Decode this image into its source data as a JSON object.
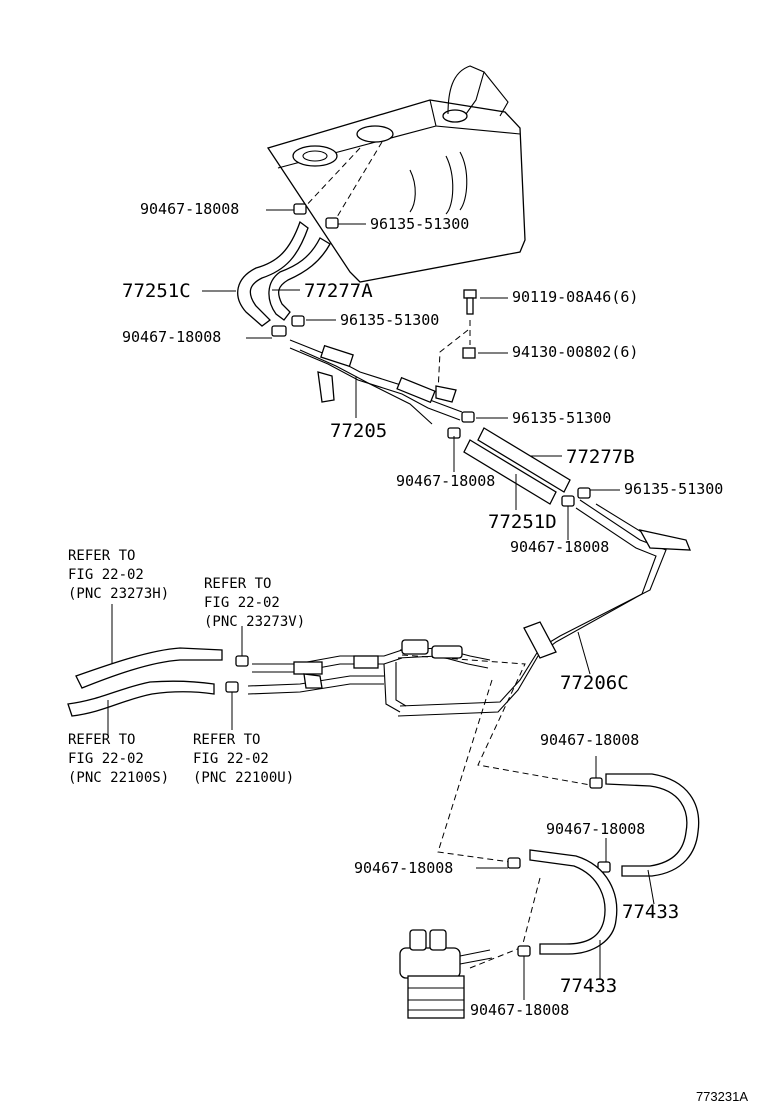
{
  "colors": {
    "line": "#000000",
    "background": "#ffffff"
  },
  "callouts": {
    "hose_clamp_top": "90467-18008",
    "clip_top": "96135-51300",
    "hose_77251c": "77251C",
    "hose_77277a": "77277A",
    "hose_clamp_mid": "90467-18008",
    "clip_mid": "96135-51300",
    "bolt": "90119-08A46(6)",
    "nut": "94130-00802(6)",
    "tube_77205": "77205",
    "clip_right_1": "96135-51300",
    "hose_77277b": "77277B",
    "hose_clamp_right_1": "90467-18008",
    "clip_right_2": "96135-51300",
    "hose_77251d": "77251D",
    "hose_clamp_right_2": "90467-18008",
    "tube_77206c": "77206C",
    "hose_clamp_lower_1": "90467-18008",
    "hose_clamp_lower_2": "90467-18008",
    "hose_clamp_lower_3": "90467-18008",
    "hose_77433_a": "77433",
    "hose_77433_b": "77433",
    "hose_clamp_bottom": "90467-18008"
  },
  "references": {
    "ref_23273h": [
      "REFER TO",
      "FIG 22-02",
      "(PNC 23273H)"
    ],
    "ref_23273v": [
      "REFER TO",
      "FIG 22-02",
      "(PNC 23273V)"
    ],
    "ref_22100s": [
      "REFER TO",
      "FIG 22-02",
      "(PNC 22100S)"
    ],
    "ref_22100u": [
      "REFER TO",
      "FIG 22-02",
      "(PNC 22100U)"
    ]
  },
  "figure_code": "773231A"
}
